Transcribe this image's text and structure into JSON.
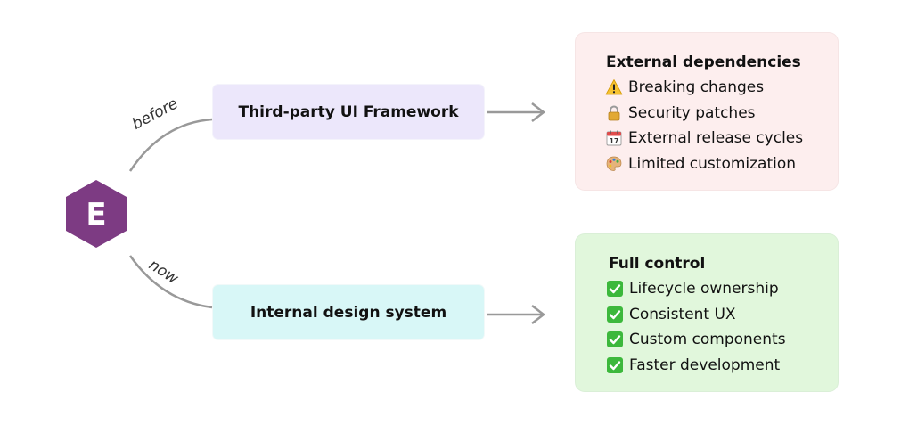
{
  "logo": {
    "letter": "E",
    "color": "#7d3b83"
  },
  "branches": {
    "before_label": "before",
    "now_label": "now"
  },
  "nodes": {
    "third_party": {
      "label": "Third-party UI Framework",
      "color": "#ece7fb"
    },
    "internal": {
      "label": "Internal design system",
      "color": "#d8f7f7"
    }
  },
  "panels": {
    "external": {
      "title": "External dependencies",
      "color": "#fdeeee",
      "items": [
        {
          "icon": "warning-icon",
          "label": "Breaking changes"
        },
        {
          "icon": "lock-icon",
          "label": "Security patches"
        },
        {
          "icon": "calendar-icon",
          "label": "External release cycles"
        },
        {
          "icon": "palette-icon",
          "label": "Limited customization"
        }
      ]
    },
    "full": {
      "title": "Full control",
      "color": "#e1f7dc",
      "items": [
        {
          "icon": "check-icon",
          "label": "Lifecycle ownership"
        },
        {
          "icon": "check-icon",
          "label": "Consistent UX"
        },
        {
          "icon": "check-icon",
          "label": "Custom components"
        },
        {
          "icon": "check-icon",
          "label": "Faster development"
        }
      ]
    }
  },
  "connector_color": "#999999"
}
